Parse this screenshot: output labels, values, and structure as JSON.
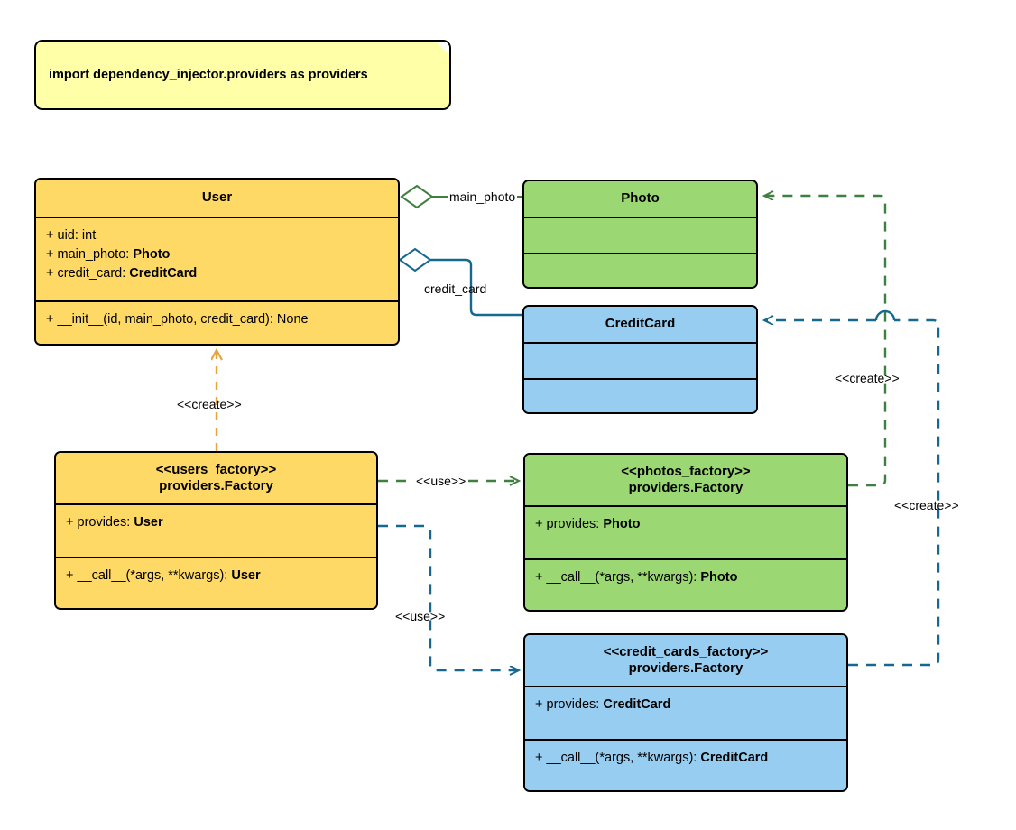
{
  "diagram": {
    "title": "Dependency Injector factory providers UML class diagram",
    "colors": {
      "class_yellow": "#ffd966",
      "class_green": "#9bd873",
      "class_blue": "#96cdf0",
      "note_yellow": "#ffffa8",
      "edge_green": "#3f7f3f",
      "edge_blue": "#16688f",
      "edge_orange": "#e8a33d",
      "outline_black": "#000000"
    }
  },
  "note": {
    "text": "import dependency_injector.providers as providers"
  },
  "classes": {
    "user": {
      "name": "User",
      "attributes": [
        {
          "visibility": "+",
          "text": "uid: ",
          "type": "int",
          "type_bold": false
        },
        {
          "visibility": "+",
          "text": "main_photo: ",
          "type": "Photo",
          "type_bold": true
        },
        {
          "visibility": "+",
          "text": "credit_card: ",
          "type": "CreditCard",
          "type_bold": true
        }
      ],
      "methods": [
        {
          "visibility": "+",
          "text": "__init__(id, main_photo, credit_card): ",
          "type": "None",
          "type_bold": false
        }
      ]
    },
    "photo": {
      "name": "Photo",
      "attributes": [],
      "methods": []
    },
    "credit_card": {
      "name": "CreditCard",
      "attributes": [],
      "methods": []
    },
    "users_factory": {
      "stereotype": "<<users_factory>>",
      "name": "providers.Factory",
      "attributes": [
        {
          "visibility": "+",
          "text": "provides: ",
          "type": "User",
          "type_bold": true
        }
      ],
      "methods": [
        {
          "visibility": "+",
          "text": "__call__(*args, **kwargs): ",
          "type": "User",
          "type_bold": true
        }
      ]
    },
    "photos_factory": {
      "stereotype": "<<photos_factory>>",
      "name": "providers.Factory",
      "attributes": [
        {
          "visibility": "+",
          "text": "provides: ",
          "type": "Photo",
          "type_bold": true
        }
      ],
      "methods": [
        {
          "visibility": "+",
          "text": "__call__(*args, **kwargs): ",
          "type": "Photo",
          "type_bold": true
        }
      ]
    },
    "credit_cards_factory": {
      "stereotype": "<<credit_cards_factory>>",
      "name": "providers.Factory",
      "attributes": [
        {
          "visibility": "+",
          "text": "provides: ",
          "type": "CreditCard",
          "type_bold": true
        }
      ],
      "methods": [
        {
          "visibility": "+",
          "text": "__call__(*args, **kwargs): ",
          "type": "CreditCard",
          "type_bold": true
        }
      ]
    }
  },
  "edges": {
    "user_main_photo": {
      "label": "main_photo",
      "kind": "aggregation",
      "from": "User",
      "to": "Photo",
      "color": "#3f7f3f"
    },
    "user_credit_card": {
      "label": "credit_card",
      "kind": "aggregation",
      "from": "User",
      "to": "CreditCard",
      "color": "#16688f"
    },
    "users_factory_create_user": {
      "label": "<<create>>",
      "kind": "dependency",
      "from": "users_factory",
      "to": "User",
      "color": "#e8a33d"
    },
    "users_factory_use_photos_factory": {
      "label": "<<use>>",
      "kind": "dependency",
      "from": "users_factory",
      "to": "photos_factory",
      "color": "#3f7f3f"
    },
    "users_factory_use_credit_cards_factory": {
      "label": "<<use>>",
      "kind": "dependency",
      "from": "users_factory",
      "to": "credit_cards_factory",
      "color": "#16688f"
    },
    "photos_factory_create_photo": {
      "label": "<<create>>",
      "kind": "dependency",
      "from": "photos_factory",
      "to": "Photo",
      "color": "#3f7f3f"
    },
    "credit_cards_factory_create_credit_card": {
      "label": "<<create>>",
      "kind": "dependency",
      "from": "credit_cards_factory",
      "to": "CreditCard",
      "color": "#16688f"
    }
  }
}
